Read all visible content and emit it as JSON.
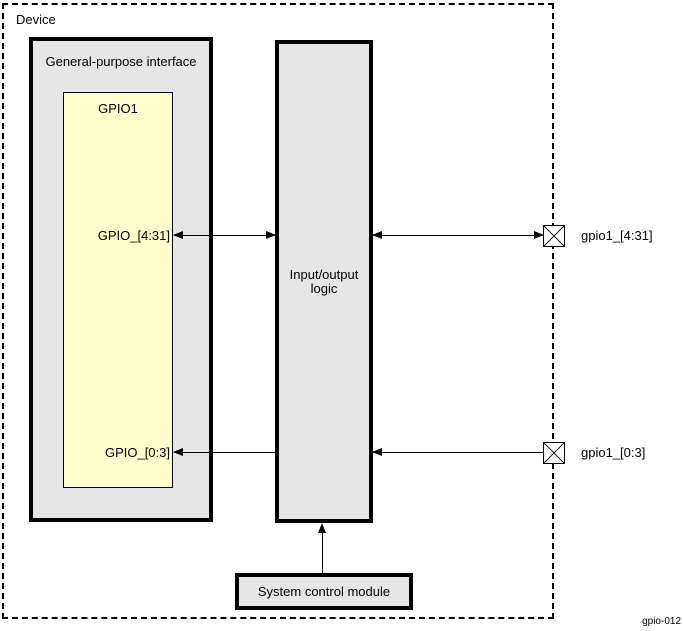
{
  "diagram": {
    "type": "block-diagram",
    "caption": "gpio-012",
    "device": {
      "label": "Device"
    },
    "general_purpose_interface": {
      "title": "General-purpose interface"
    },
    "gpio1": {
      "title": "GPIO1",
      "signals": [
        {
          "label": "GPIO_[4:31]",
          "direction": "bidirectional"
        },
        {
          "label": "GPIO_[0:3]",
          "direction": "input"
        }
      ]
    },
    "io_logic": {
      "title": "Input/output logic"
    },
    "system_control_module": {
      "title": "System control module"
    },
    "pads": [
      {
        "label": "gpio1_[4:31]",
        "direction": "bidirectional"
      },
      {
        "label": "gpio1_[0:3]",
        "direction": "input"
      }
    ],
    "colors": {
      "background": "#ffffff",
      "block_fill": "#e6e6e6",
      "gpio_fill": "#ffffcc",
      "pad_fill": "#ffffff",
      "line": "#000000"
    }
  }
}
